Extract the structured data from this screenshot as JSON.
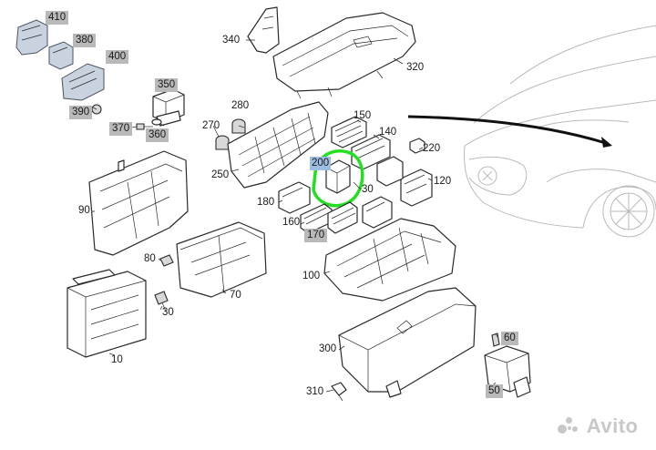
{
  "diagram": {
    "callouts": [
      {
        "id": "410",
        "text": "410",
        "boxed": true
      },
      {
        "id": "380",
        "text": "380",
        "boxed": true
      },
      {
        "id": "400",
        "text": "400",
        "boxed": true
      },
      {
        "id": "390",
        "text": "390",
        "boxed": true
      },
      {
        "id": "350",
        "text": "350",
        "boxed": true
      },
      {
        "id": "370",
        "text": "370",
        "boxed": true
      },
      {
        "id": "360",
        "text": "360",
        "boxed": true
      },
      {
        "id": "340",
        "text": "340",
        "boxed": false
      },
      {
        "id": "320",
        "text": "320",
        "boxed": false
      },
      {
        "id": "280",
        "text": "280",
        "boxed": false
      },
      {
        "id": "270",
        "text": "270",
        "boxed": false
      },
      {
        "id": "250",
        "text": "250",
        "boxed": false
      },
      {
        "id": "150",
        "text": "150",
        "boxed": false
      },
      {
        "id": "140",
        "text": "140",
        "boxed": false
      },
      {
        "id": "220",
        "text": "220",
        "boxed": false
      },
      {
        "id": "200",
        "text": "200",
        "boxed": false,
        "selected": true
      },
      {
        "id": "30a",
        "text": "30",
        "boxed": false
      },
      {
        "id": "120",
        "text": "120",
        "boxed": false
      },
      {
        "id": "180",
        "text": "180",
        "boxed": false
      },
      {
        "id": "160",
        "text": "160",
        "boxed": false
      },
      {
        "id": "170",
        "text": "170",
        "boxed": true
      },
      {
        "id": "90",
        "text": "90",
        "boxed": false
      },
      {
        "id": "80",
        "text": "80",
        "boxed": false
      },
      {
        "id": "70",
        "text": "70",
        "boxed": false
      },
      {
        "id": "100",
        "text": "100",
        "boxed": false
      },
      {
        "id": "30b",
        "text": "30",
        "boxed": false
      },
      {
        "id": "10",
        "text": "10",
        "boxed": false
      },
      {
        "id": "300",
        "text": "300",
        "boxed": false
      },
      {
        "id": "310",
        "text": "310",
        "boxed": false
      },
      {
        "id": "60",
        "text": "60",
        "boxed": true
      },
      {
        "id": "50",
        "text": "50",
        "boxed": true
      }
    ],
    "highlight_color": "#22e01f",
    "selected_label_color": "#9dbde3",
    "callout_box_color": "#b9b9b9"
  },
  "watermark": {
    "text": "Avito"
  }
}
